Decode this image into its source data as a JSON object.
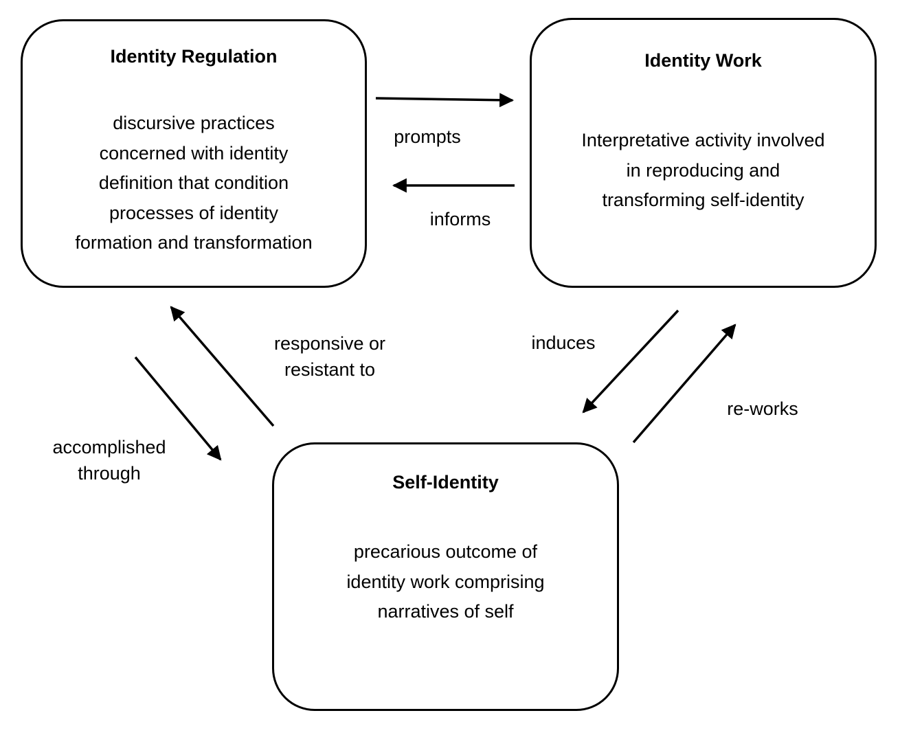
{
  "nodes": {
    "identity_regulation": {
      "title": "Identity Regulation",
      "description": "discursive practices\nconcerned with identity\ndefinition that condition\nprocesses of identity\nformation and transformation"
    },
    "identity_work": {
      "title": "Identity Work",
      "description": "Interpretative activity involved\nin reproducing and\ntransforming self-identity"
    },
    "self_identity": {
      "title": "Self-Identity",
      "description": "precarious outcome of\nidentity work comprising\nnarratives of self"
    }
  },
  "edges": {
    "prompts": "prompts",
    "informs": "informs",
    "responsive_or_resistant_to": "responsive or\nresistant to",
    "accomplished_through": "accomplished\nthrough",
    "induces": "induces",
    "re_works": "re-works"
  }
}
